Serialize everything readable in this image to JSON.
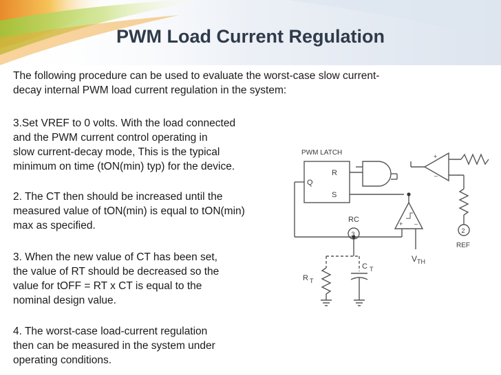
{
  "title": "PWM Load Current Regulation",
  "intro": [
    "The following procedure can be used to evaluate the worst-case slow current-",
    "decay internal PWM load current regulation in the system:"
  ],
  "steps": [
    {
      "lines": [
        "3.Set VREF to 0 volts. With the load connected",
        "and the PWM current control operating in",
        "slow current-decay mode, This is the typical",
        "minimum on time (tON(min) typ) for the device."
      ]
    },
    {
      "lines": [
        "2. The CT then should be increased until the",
        "measured value of tON(min) is equal to tON(min)",
        "max as specified."
      ]
    },
    {
      "lines": [
        "3. When the new value of CT has been set,",
        "the value of RT should be decreased so the",
        "value for tOFF = RT x CT is equal to the",
        "nominal design value."
      ]
    },
    {
      "lines": [
        "4. The worst-case load-current regulation",
        "then can be measured in the system under",
        "operating conditions."
      ]
    }
  ],
  "circuit": {
    "latch_label": "PWM LATCH",
    "pin_r": "R",
    "pin_q": "Q",
    "pin_s": "S",
    "rc_label": "RC",
    "node_3": "3",
    "node_2": "2",
    "ref_label": "REF",
    "vth_label": "V",
    "vth_sub": "TH",
    "ct_label": "C",
    "ct_sub": "T",
    "rt_label": "R",
    "rt_sub": "T",
    "plus": "+",
    "minus": "–"
  }
}
